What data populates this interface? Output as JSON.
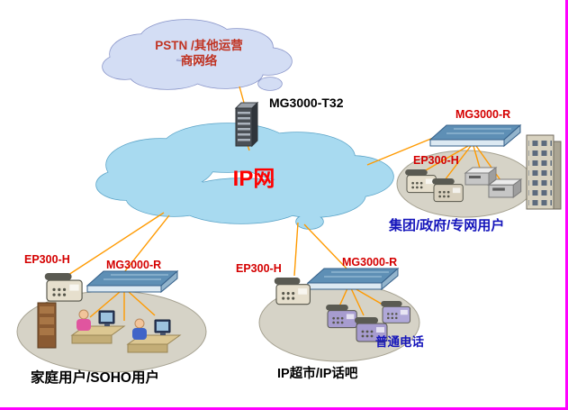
{
  "pstn_cloud": {
    "line1": "PSTN /其他运营",
    "line2": "商网络"
  },
  "ip_cloud": {
    "label": "IP网"
  },
  "core_gateway": {
    "label": "MG3000-T32"
  },
  "enterprise_site": {
    "gateway_label": "MG3000-R",
    "terminal_label": "EP300-H",
    "caption": "集团/政府/专网用户"
  },
  "home_site": {
    "terminal_label": "EP300-H",
    "gateway_label": "MG3000-R",
    "caption": "家庭用户/SOHO用户"
  },
  "shop_site": {
    "terminal_label": "EP300-H",
    "gateway_label": "MG3000-R",
    "analog_phone_label": "普通电话",
    "caption": "IP超市/IP话吧"
  },
  "edges": [
    {
      "from": "pstn_cloud",
      "to": "core_gateway"
    },
    {
      "from": "core_gateway",
      "to": "ip_cloud"
    },
    {
      "from": "ip_cloud",
      "to": "enterprise_site"
    },
    {
      "from": "ip_cloud",
      "to": "home_site"
    },
    {
      "from": "ip_cloud",
      "to": "shop_site"
    }
  ],
  "colors": {
    "device_label_red": "#d40000",
    "ip_cloud_label_red": "#ff0000",
    "pstn_cloud_label_red": "#c03322",
    "site_caption_blue": "#1515bb",
    "site_caption_dark": "#000000",
    "connector_orange": "#ff9a00",
    "pstn_cloud_fill": "#d3ddf4",
    "ip_cloud_fill": "#a8daf0",
    "platform_fill": "#d6d3c7",
    "page_border_magenta": "#ff00ff"
  }
}
